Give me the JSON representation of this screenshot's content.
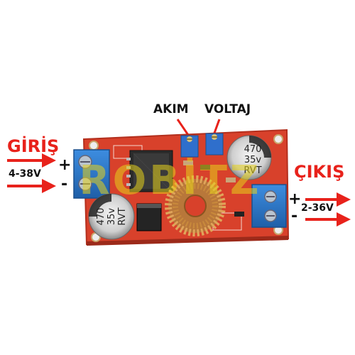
{
  "labels": {
    "input_title": "GİRİŞ",
    "input_range": "4-38V",
    "input_plus": "+",
    "input_minus": "-",
    "current_adj": "AKIM",
    "voltage_adj": "VOLTAJ",
    "output_title": "ÇIKIŞ",
    "output_range": "2-36V",
    "output_plus": "+",
    "output_minus": "-"
  },
  "capacitor_text": {
    "value": "470",
    "voltage": "35v",
    "brand": "RVT"
  },
  "watermark": "ROBİTZ",
  "colors": {
    "label_red": "#e8221b",
    "pcb_red": "#d8412b",
    "terminal_blue": "#2f7fd0",
    "coil_copper": "#c98a3c",
    "watermark_yellow": "#e6d21c"
  }
}
